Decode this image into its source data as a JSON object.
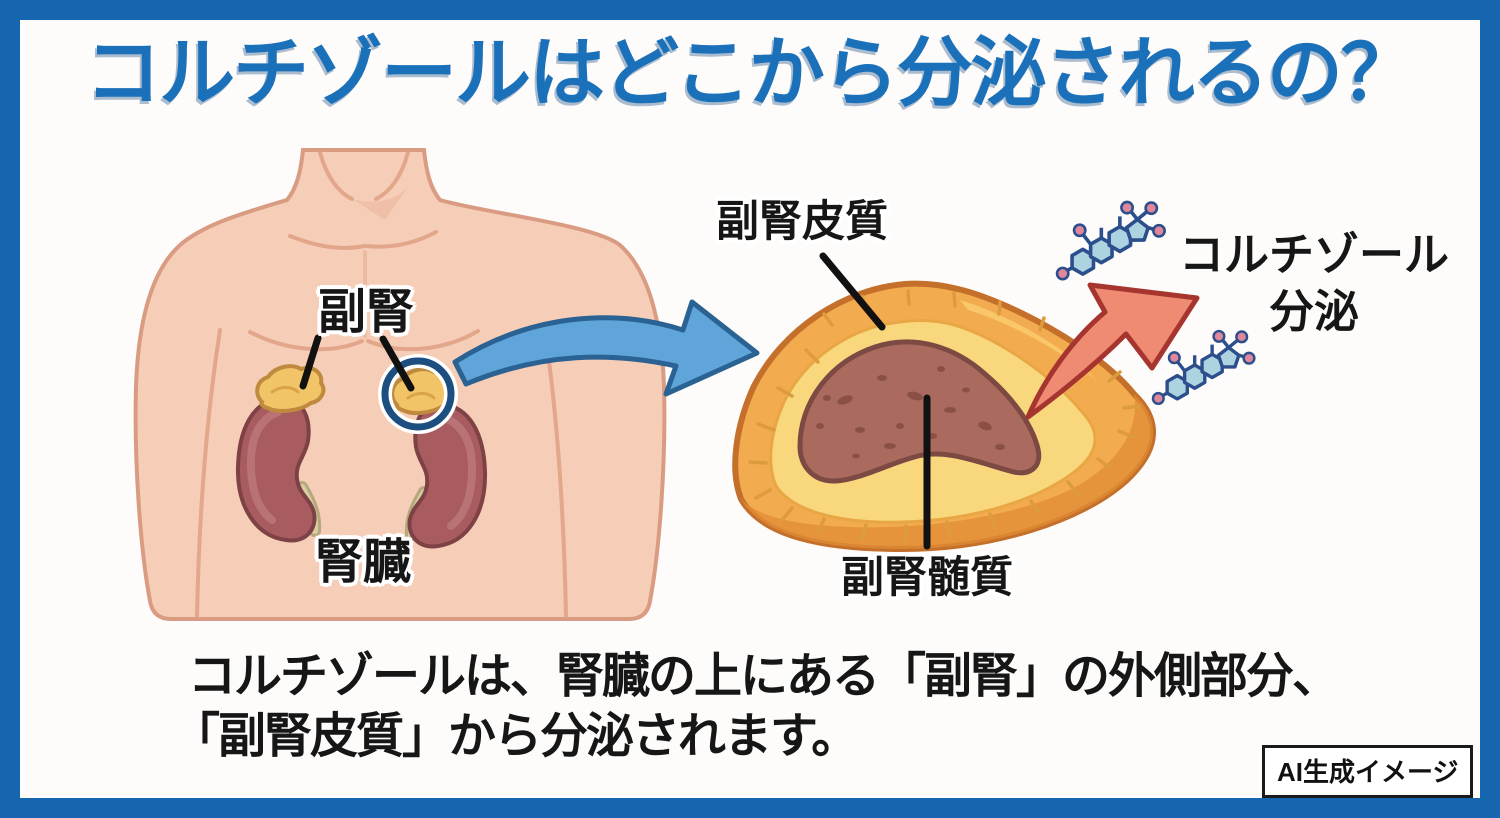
{
  "title": "コルチゾールはどこから分泌されるの？",
  "anatomy": {
    "adrenal_label": "副腎",
    "kidney_label": "腎臓"
  },
  "gland": {
    "cortex_label": "副腎皮質",
    "medulla_label": "副腎髄質"
  },
  "secretion": {
    "line1": "コルチゾール",
    "line2": "分泌"
  },
  "caption": {
    "line1": "コルチゾールは、腎臓の上にある「副腎」の外側部分、",
    "line2": "「副腎皮質」から分泌されます。"
  },
  "badge_label": "AI生成イメージ",
  "colors": {
    "frame_blue": "#1566ae",
    "title_blue": "#1b70ba",
    "skin": "#f6cdb7",
    "skin_outline": "#d99c82",
    "kidney_red": "#a85c60",
    "adrenal_yellow": "#f2c468",
    "capsule_orange": "#f3ab4f",
    "cortex_yellow": "#f9d87d",
    "medulla_brown": "#aa6a5e",
    "zoom_arrow_blue": "#60a5d9",
    "secretion_arrow_red": "#ef8b73",
    "molecule_ring_blue": "#aed3e0",
    "molecule_atom_pink": "#e0879c",
    "annotation_navy": "#1c4f80",
    "label_black": "#161616"
  },
  "icons": {
    "molecule": "cortisol-molecule-icon",
    "zoom_arrow": "zoom-arrow-icon",
    "secretion_arrow": "secretion-arrow-icon",
    "annotation_circle": "highlight-circle-icon"
  }
}
